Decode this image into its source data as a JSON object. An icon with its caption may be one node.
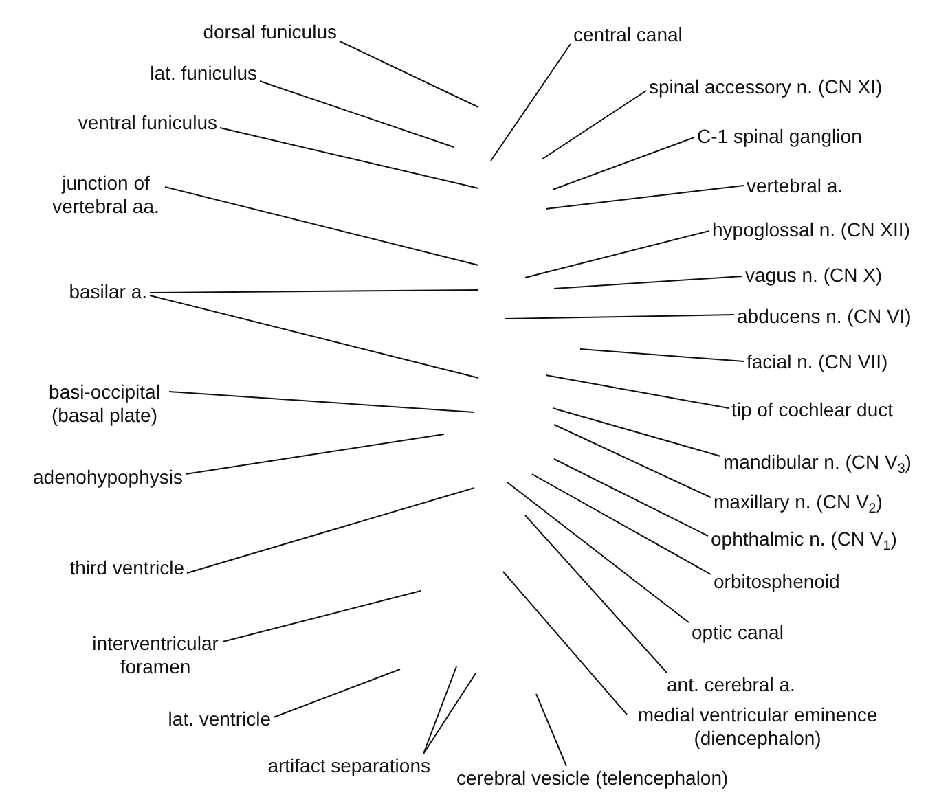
{
  "diagram": {
    "nodes": [
      {
        "text": [
          "dorsal funiculus"
        ]
      },
      {
        "text": [
          "central canal"
        ]
      },
      {
        "text": [
          "lat. funiculus"
        ]
      },
      {
        "text": [
          "spinal accessory n. (CN XI)"
        ]
      },
      {
        "text": [
          "ventral funiculus"
        ]
      },
      {
        "text": [
          "C-1 spinal ganglion"
        ]
      },
      {
        "text": [
          "junction of vertebral aa."
        ]
      },
      {
        "text": [
          "vertebral a."
        ]
      },
      {
        "text": [
          "hypoglossal n. (CN XII)"
        ]
      },
      {
        "text": [
          "vagus n. (CN X)"
        ]
      },
      {
        "text": [
          "basilar a."
        ]
      },
      {
        "text": [
          "abducens n. (CN VI)"
        ]
      },
      {
        "text": [
          "facial n. (CN VII)"
        ]
      },
      {
        "text": [
          "basi-occipital (basal plate)"
        ]
      },
      {
        "text": [
          "tip of cochlear duct"
        ]
      },
      {
        "text": [
          "mandibular n. (CN V$_{3}$)"
        ]
      },
      {
        "text": [
          "adenohypophysis"
        ]
      },
      {
        "text": [
          "maxillary n. (CN V$_{2}$)"
        ]
      },
      {
        "text": [
          "ophthalmic n. (CN V$_{1}$)"
        ]
      },
      {
        "text": [
          "third ventricle"
        ]
      },
      {
        "text": [
          "orbitosphenoid"
        ]
      },
      {
        "text": [
          "optic canal"
        ]
      },
      {
        "text": [
          "interventricular foramen"
        ]
      },
      {
        "text": [
          "ant. cerebral a."
        ]
      },
      {
        "text": [
          "medial ventricular eminence (diencephalon)"
        ]
      },
      {
        "text": [
          "lat. ventricle"
        ]
      },
      {
        "text": [
          "artifact separations"
        ]
      },
      {
        "text": [
          "cerebral vesicle (telencephalon)"
        ]
      }
    ],
    "edges": [
      {
        "from": 0,
        "to": null,
        "arrow": "none"
      },
      {
        "from": 1,
        "to": null,
        "arrow": "none"
      },
      {
        "from": 2,
        "to": null,
        "arrow": "none"
      },
      {
        "from": 3,
        "to": null,
        "arrow": "none"
      },
      {
        "from": 4,
        "to": null,
        "arrow": "none"
      },
      {
        "from": 5,
        "to": null,
        "arrow": "none"
      },
      {
        "from": 6,
        "to": null,
        "arrow": "none"
      },
      {
        "from": 7,
        "to": null,
        "arrow": "none"
      },
      {
        "from": 8,
        "to": null,
        "arrow": "none"
      },
      {
        "from": 9,
        "to": null,
        "arrow": "none"
      },
      {
        "from": 10,
        "to": null,
        "arrow": "none"
      },
      {
        "from": 10,
        "to": null,
        "arrow": "none"
      },
      {
        "from": 11,
        "to": null,
        "arrow": "none"
      },
      {
        "from": 12,
        "to": null,
        "arrow": "none"
      },
      {
        "from": 13,
        "to": null,
        "arrow": "none"
      },
      {
        "from": 14,
        "to": null,
        "arrow": "none"
      },
      {
        "from": 15,
        "to": null,
        "arrow": "none"
      },
      {
        "from": 16,
        "to": null,
        "arrow": "none"
      },
      {
        "from": 17,
        "to": null,
        "arrow": "none"
      },
      {
        "from": 18,
        "to": null,
        "arrow": "none"
      },
      {
        "from": 19,
        "to": null,
        "arrow": "none"
      },
      {
        "from": 20,
        "to": null,
        "arrow": "none"
      },
      {
        "from": 21,
        "to": null,
        "arrow": "none"
      },
      {
        "from": 22,
        "to": null,
        "arrow": "none"
      },
      {
        "from": 23,
        "to": null,
        "arrow": "none"
      },
      {
        "from": 24,
        "to": null,
        "arrow": "none"
      },
      {
        "from": 25,
        "to": null,
        "arrow": "none"
      },
      {
        "from": 26,
        "to": null,
        "arrow": "none"
      },
      {
        "from": 26,
        "to": null,
        "arrow": "none"
      },
      {
        "from": 27,
        "to": null,
        "arrow": "none"
      }
    ]
  }
}
